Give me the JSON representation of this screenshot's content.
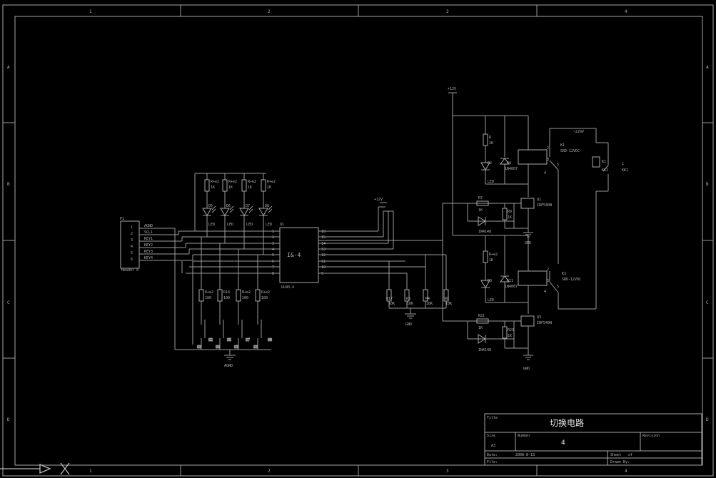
{
  "colors": {
    "background": "#000000",
    "line": "#9a9a9a",
    "text": "#b0b0b0"
  },
  "frame": {
    "col_labels": [
      "1",
      "2",
      "3",
      "4"
    ],
    "row_labels": [
      "A",
      "B",
      "C",
      "D"
    ]
  },
  "connector": {
    "ref": "P1",
    "name": "Header 6",
    "pins": [
      "1",
      "2",
      "3",
      "4",
      "5",
      "6"
    ],
    "nets": [
      "AGND",
      "SCL1",
      "KEY1",
      "KEY2",
      "KEY3",
      "KEY4"
    ]
  },
  "top_resistors": [
    {
      "ref": "R+e2",
      "val": "1K"
    },
    {
      "ref": "R+e2",
      "val": "1K"
    },
    {
      "ref": "R+e2",
      "val": "1K"
    },
    {
      "ref": "R+e2",
      "val": "1K"
    }
  ],
  "leds_top": [
    {
      "ref": "D5",
      "val": "LED"
    },
    {
      "ref": "D6",
      "val": "LED"
    },
    {
      "ref": "D7",
      "val": "LED"
    },
    {
      "ref": "D8",
      "val": "LED"
    }
  ],
  "ic": {
    "ref": "U1",
    "part": "ULN3-4",
    "body": "I&-4",
    "left_pins": [
      "1",
      "2",
      "3",
      "4",
      "5",
      "6",
      "7",
      "8"
    ],
    "right_pins": [
      "16",
      "15",
      "14",
      "13",
      "12",
      "11",
      "10",
      "9"
    ]
  },
  "bottom_resistors": [
    {
      "ref": "R+e2",
      "val": "100"
    },
    {
      "ref": "R14",
      "val": "100"
    },
    {
      "ref": "R+e2",
      "val": "100"
    },
    {
      "ref": "R+e2",
      "val": "100"
    }
  ],
  "switches": [
    "S2",
    "S5",
    "S7",
    "S8"
  ],
  "switch_labels": [
    "S3",
    "S3",
    "S3",
    "S3"
  ],
  "agnd_label": "AGND",
  "pulldowns": [
    {
      "ref": "R17",
      "val": "10K"
    },
    {
      "ref": "R3",
      "val": "10K"
    },
    {
      "ref": "R4",
      "val": "10K"
    },
    {
      "ref": "R8",
      "val": "10K"
    }
  ],
  "pulldown_gnd": "GND",
  "v12_top": "+12V",
  "v12_mid": "+12V",
  "ac_label": "~220V",
  "relay_upper": {
    "r_ref": "R",
    "r_val": "1K",
    "led_ref": "D2",
    "led_val": "LED",
    "diode_ref": "D4",
    "diode_val": "1N4007",
    "coil_ref": "K1",
    "coil_val": "SRD-12VDC",
    "pins": [
      "2",
      "3",
      "4",
      "5"
    ],
    "mos_ref": "Q1",
    "mos_val": "IRF540N",
    "gate_r_ref": "R7",
    "gate_r_val": "1K",
    "gate_diode": "1N4148",
    "pull_r_ref": "R9",
    "pull_r_val": "1K",
    "gnd": "GND"
  },
  "relay_lower": {
    "r_ref": "R+e2",
    "r_val": "1K",
    "led_ref": "D3",
    "led_val": "LED",
    "diode_ref": "D11",
    "diode_val": "1N4007",
    "coil_ref": "K3",
    "coil_val": "SRD-12VDC",
    "pins": [
      "2",
      "3",
      "4",
      "5"
    ],
    "mos_ref": "Q3",
    "mos_val": "IRF540N",
    "gate_r_ref": "R21",
    "gate_r_val": "1K",
    "gate_diode": "1N4148",
    "pull_r_ref": "R23",
    "pull_r_val": "1K",
    "gnd": "GND"
  },
  "load": {
    "ref": "K1",
    "val": "KK1",
    "pin": "1"
  },
  "title_block": {
    "title_label": "Title",
    "title": "切换电路",
    "size_label": "Size",
    "size": "A3",
    "number_label": "Number",
    "number": "4",
    "revision_label": "Revision",
    "date_label": "Date:",
    "date": "2008-8-13",
    "sheet_label": "Sheet",
    "of_label": "of",
    "file_label": "File:",
    "drawn_label": "Drawn By:"
  }
}
